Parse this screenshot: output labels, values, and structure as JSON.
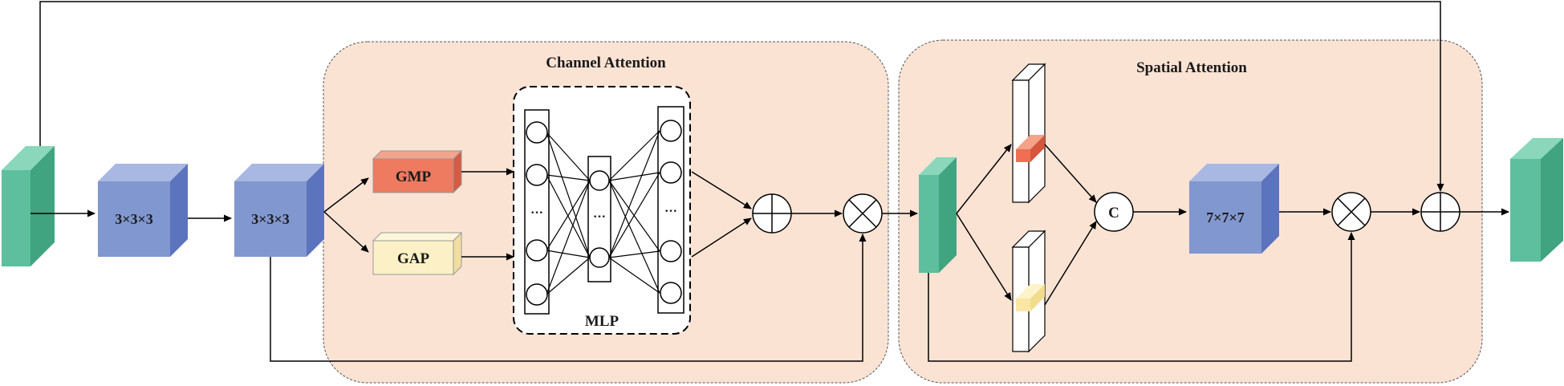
{
  "channel_attention": {
    "title": "Channel Attention",
    "gmp_label": "GMP",
    "gap_label": "GAP",
    "mlp_label": "MLP",
    "ellipsis": "···"
  },
  "spatial_attention": {
    "title": "Spatial Attention",
    "concat_label": "C",
    "conv_label": "7×7×7"
  },
  "conv_block_1": {
    "label": "3×3×3"
  },
  "conv_block_2": {
    "label": "3×3×3"
  },
  "colors": {
    "panel_fill": "#fbe3d4",
    "feature_map": "#5dbf9d",
    "conv_block": "#8197cf",
    "gmp": "#ee7a5f",
    "gap": "#fcf1c6"
  }
}
